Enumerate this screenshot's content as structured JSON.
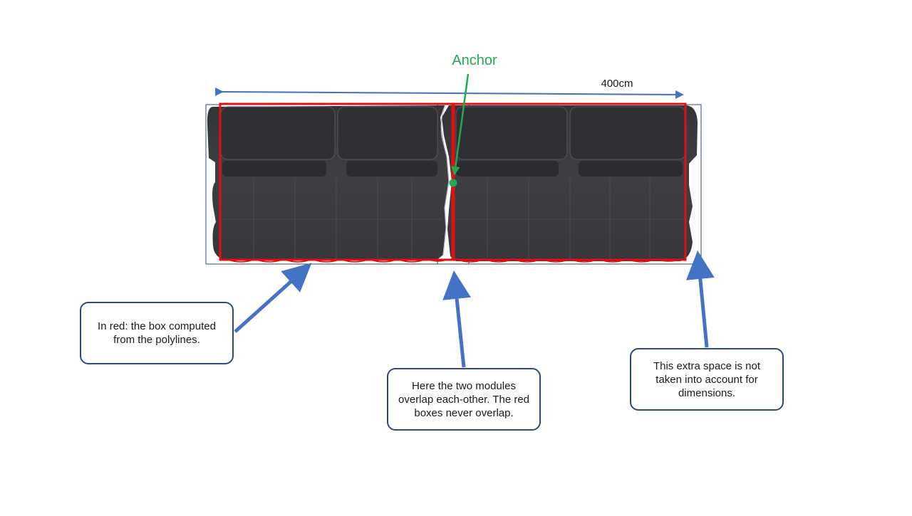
{
  "anchor": {
    "label": "Anchor"
  },
  "dimension": {
    "label": "400cm"
  },
  "callouts": {
    "red_box": "In red: the box computed from the polylines.",
    "overlap": "Here the two modules overlap each-other. The red boxes never overlap.",
    "extra_space": "This extra space is not taken into account for dimensions."
  },
  "colors": {
    "computed_box": "#e01010",
    "arrow": "#4472c4",
    "anchor": "#22aa4f",
    "sofa": "#3a3b40",
    "module_outline": "#2f4a7a"
  }
}
